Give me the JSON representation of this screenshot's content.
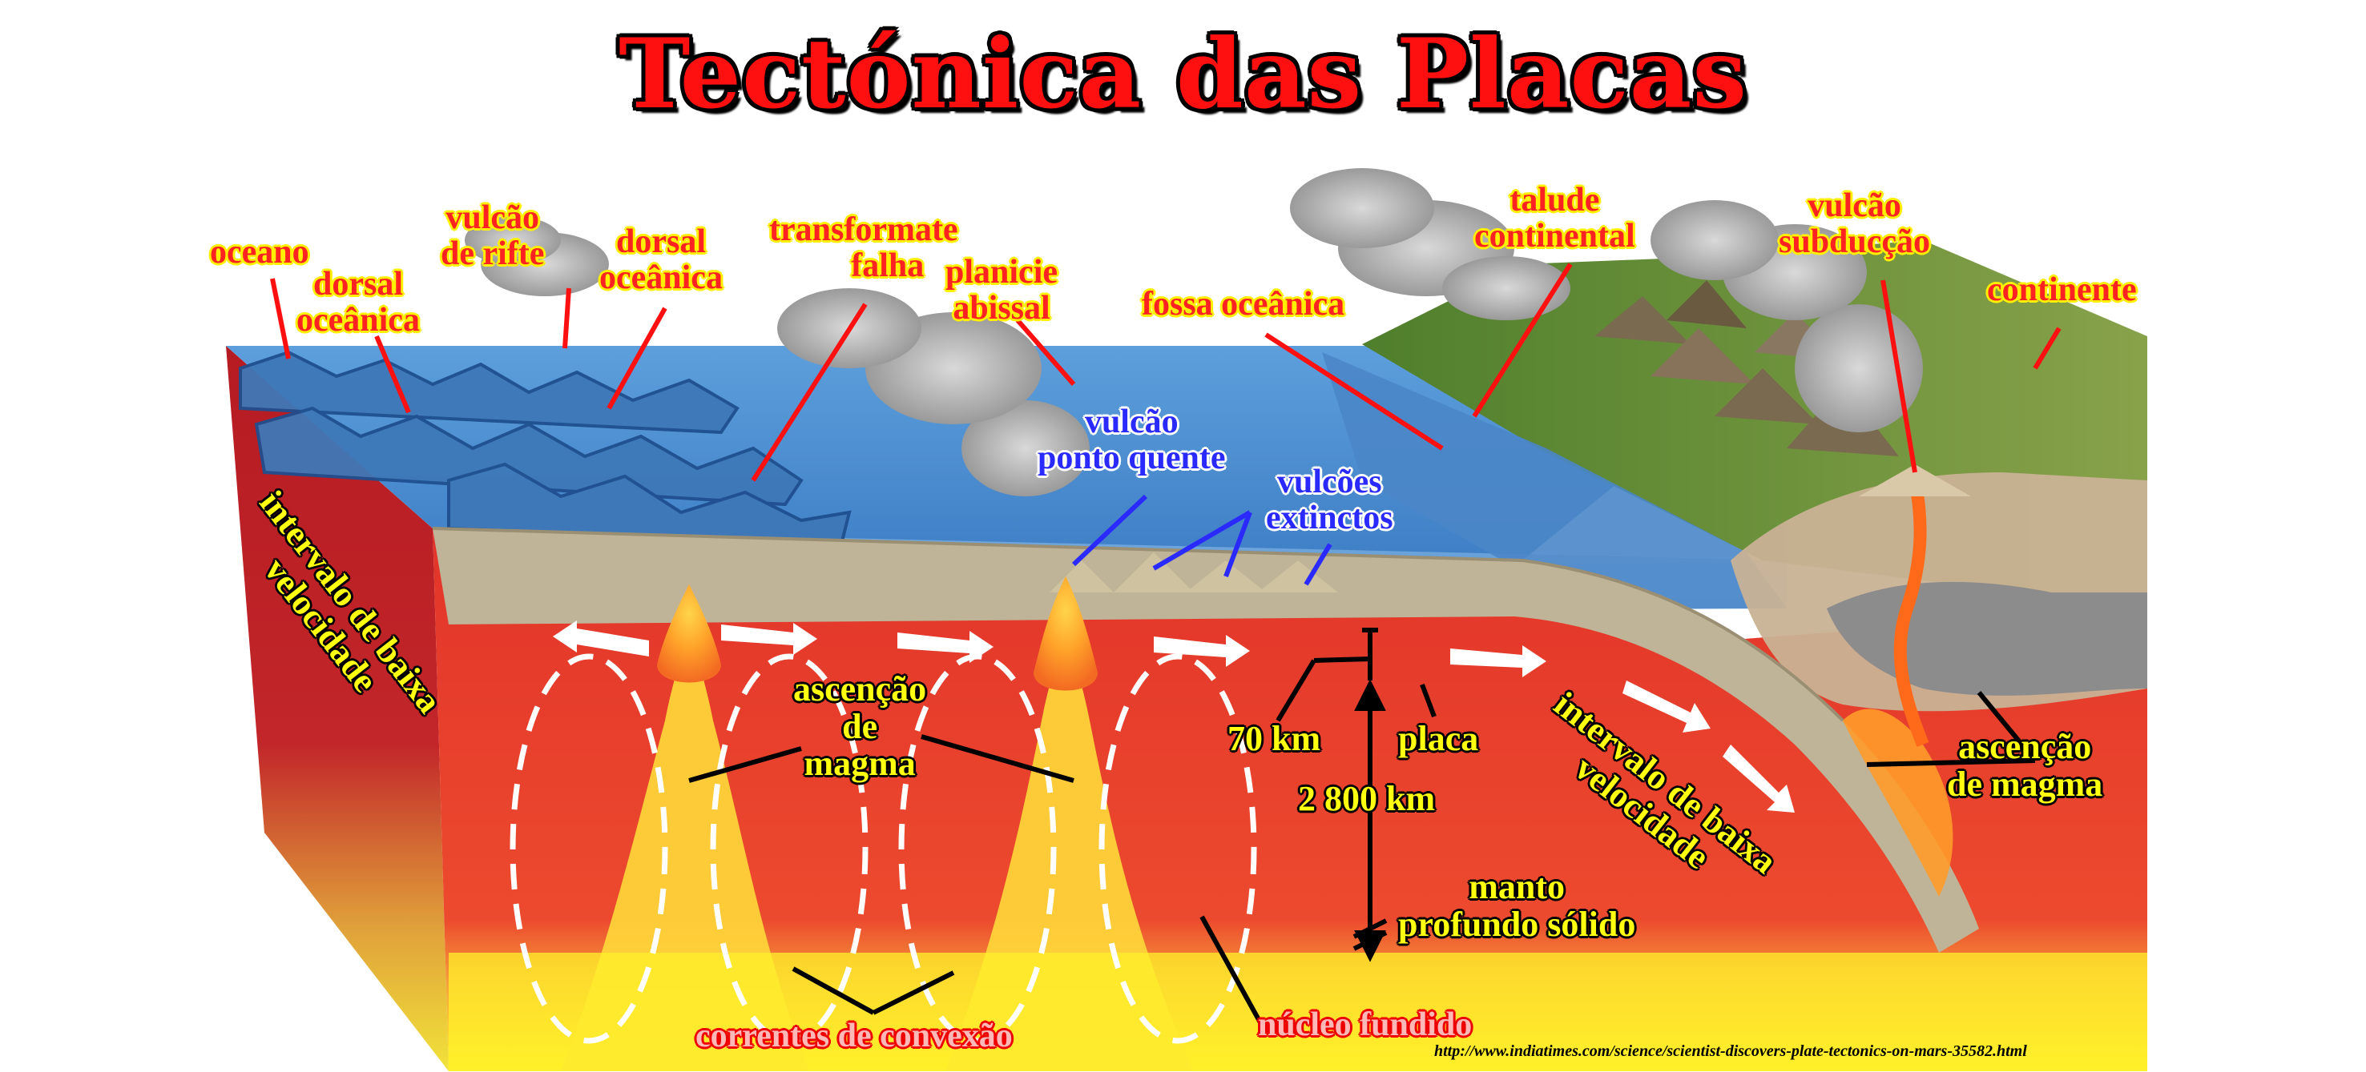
{
  "title": "Tectónica das Placas",
  "labels": {
    "oceano": "oceano",
    "dorsal_oceanica_1": [
      "dorsal",
      "oceânica"
    ],
    "vulcao_rifte": [
      "vulcão",
      "de rifte"
    ],
    "dorsal_oceanica_2": [
      "dorsal",
      "oceânica"
    ],
    "transformate_falha": [
      "transformate",
      "falha"
    ],
    "planicie_abissal": [
      "planicie",
      "abissal"
    ],
    "fossa_oceanica": "fossa oceânica",
    "talude_continental": [
      "talude",
      "continental"
    ],
    "vulcao_subducao": [
      "vulcão",
      "subducção"
    ],
    "continente": "continente",
    "vulcao_ponto_quente": [
      "vulcão",
      "ponto quente"
    ],
    "vulcoes_extinctos": [
      "vulcões",
      "extinctos"
    ],
    "intervalo_left": [
      "intervalo de baixa",
      "velocidade"
    ],
    "intervalo_right": [
      "intervalo de baixa",
      "velocidade"
    ],
    "ascencao_center": [
      "ascenção",
      "de",
      "magma"
    ],
    "ascencao_right": [
      "ascenção",
      "de magma"
    ],
    "km70": "70 km",
    "placa": "placa",
    "km2800": "2 800 km",
    "manto": [
      "manto",
      "profundo sólido"
    ],
    "correntes": "correntes de convexão",
    "nucleo": "núcleo fundido"
  },
  "source_url": "http://www.indiatimes.com/science/scientist-discovers-plate-tectonics-on-mars-35582.html",
  "colors": {
    "title": "#ff1010",
    "ocean": "#5a9bd5",
    "mantle": "#e8382b",
    "core": "#ffe82a",
    "plate": "#bfb497",
    "land": "#6f9a3a"
  },
  "icons": [
    "smoke-plume",
    "volcano",
    "mountain",
    "arrow",
    "convection-loop"
  ]
}
